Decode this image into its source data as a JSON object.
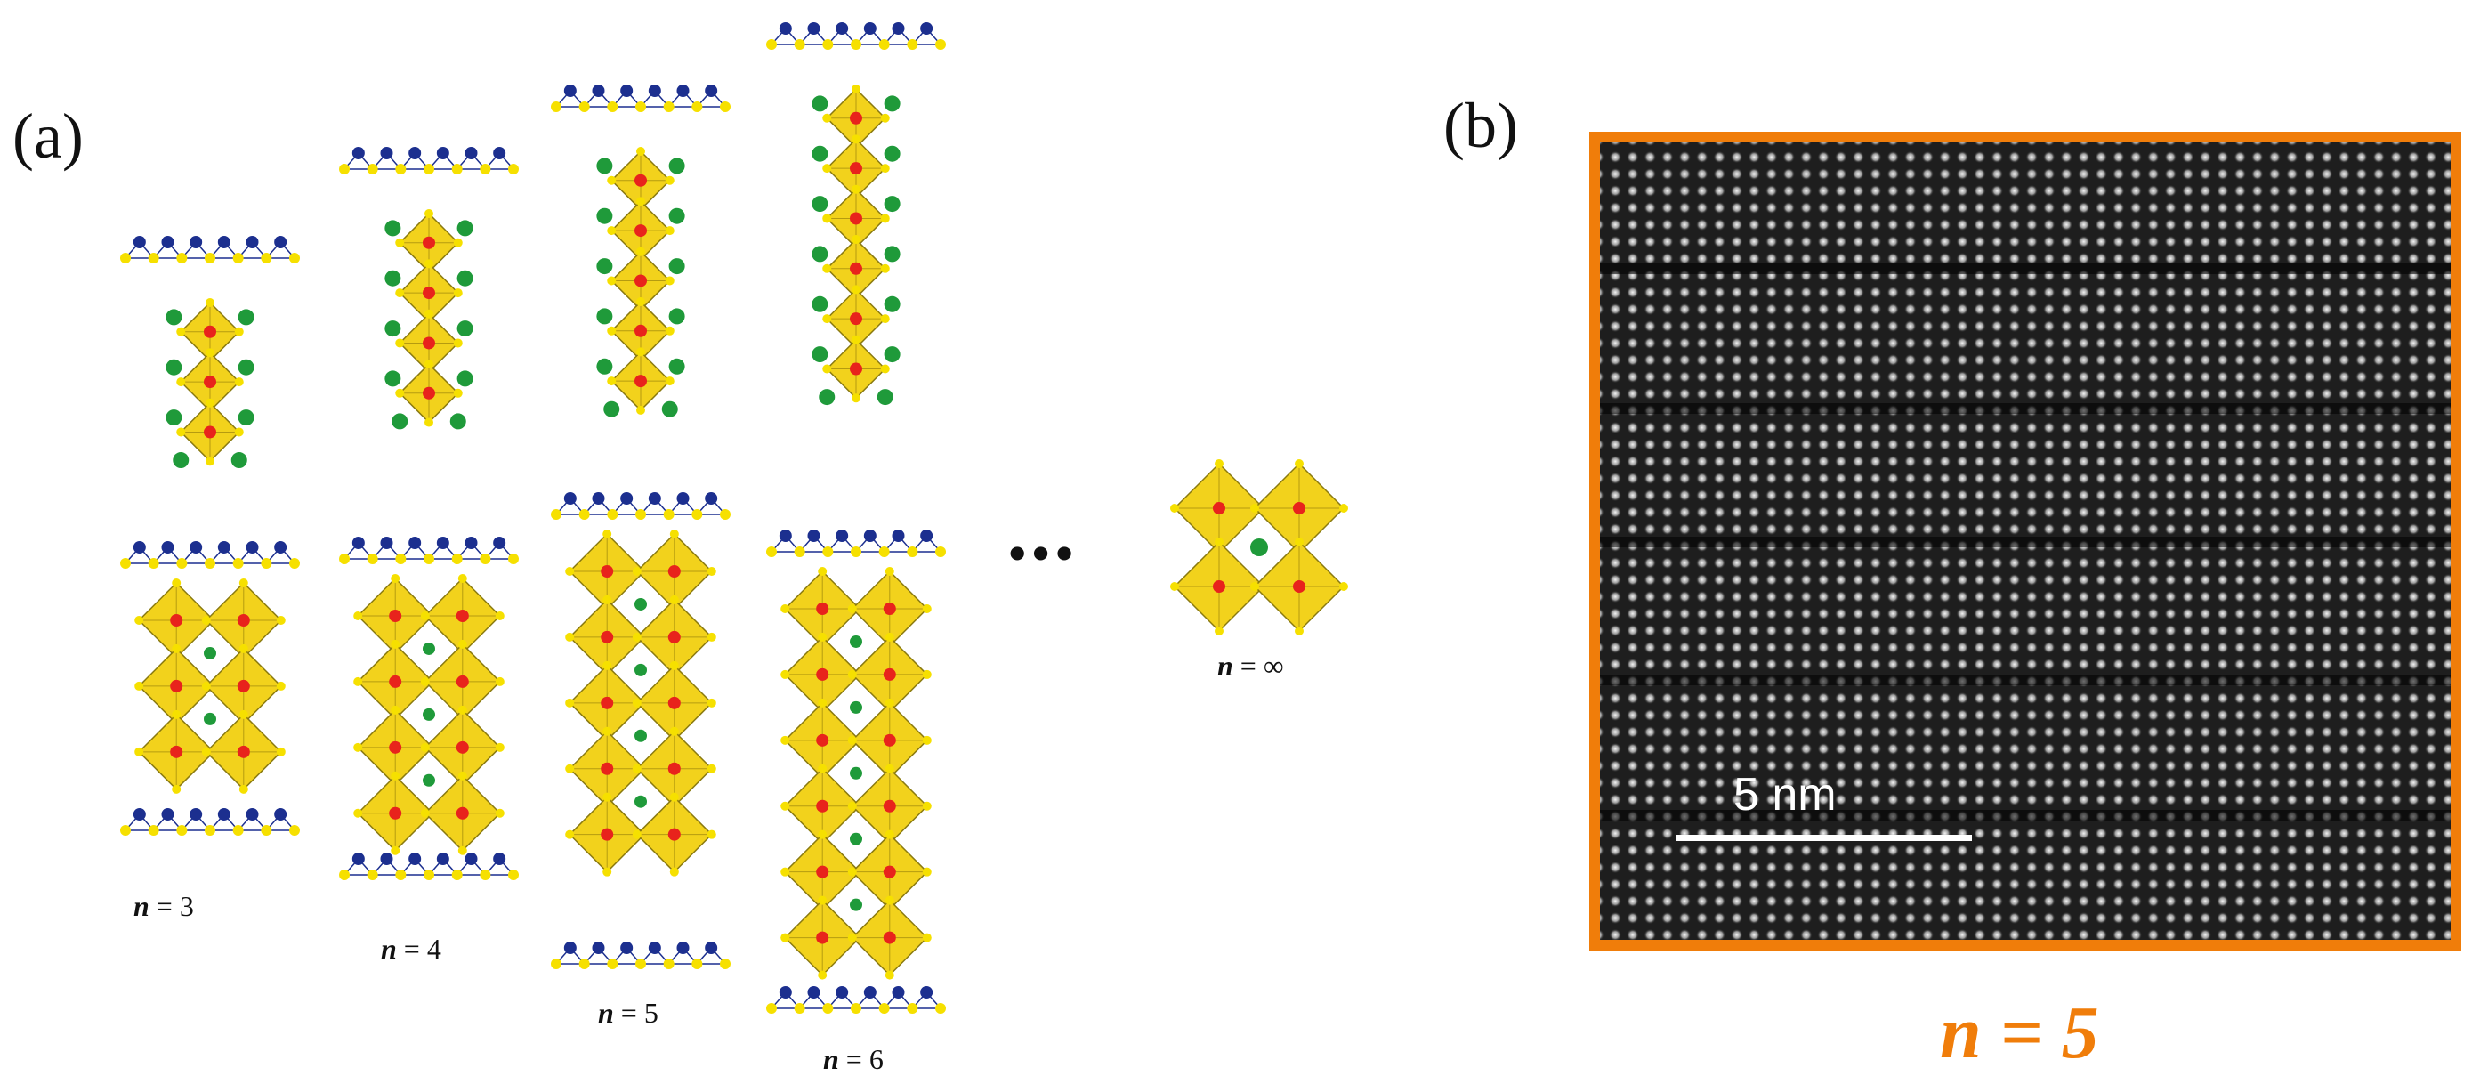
{
  "panel_a": {
    "label": "(a)",
    "structures": [
      {
        "n_var": "n",
        "n_value": "= 3"
      },
      {
        "n_var": "n",
        "n_value": "= 4"
      },
      {
        "n_var": "n",
        "n_value": "= 5"
      },
      {
        "n_var": "n",
        "n_value": "= 6"
      },
      {
        "n_var": "n",
        "n_value": "= ∞"
      }
    ],
    "ellipsis": "•••"
  },
  "panel_b": {
    "label": "(b)",
    "scale_bar_text": "5 nm",
    "caption": "n = 5",
    "frame_color": "#f07d0a"
  },
  "colors": {
    "octahedron": "#f2d21c",
    "b_site": "#e8231c",
    "a_site": "#1f9a3a",
    "bi2o2_small": "#1c2f8f",
    "oxygen_vertex": "#f6e000"
  }
}
